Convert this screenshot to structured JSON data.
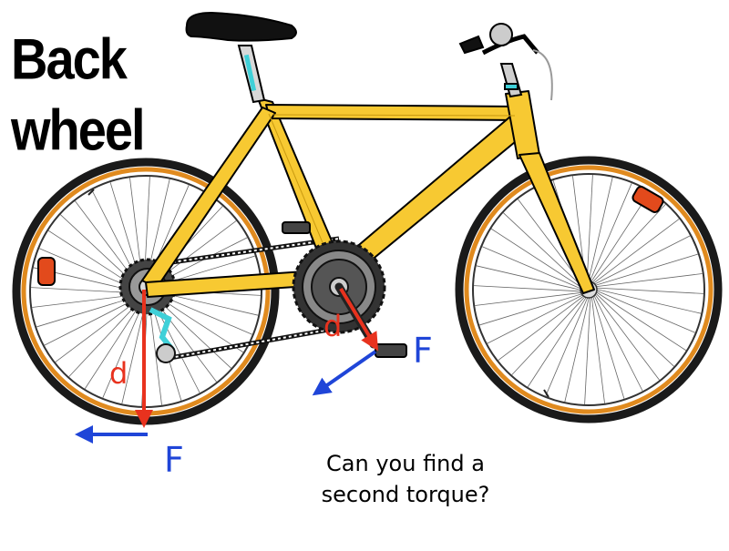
{
  "title": {
    "line1": "Back",
    "line2": "wheel"
  },
  "labels": {
    "d_back": "d",
    "d_pedal": "d",
    "f_pedal": "F",
    "f_back": "F"
  },
  "question": {
    "line1": "Can you find a",
    "line2": "second torque?"
  },
  "colors": {
    "frame": "#f7c932",
    "tire": "#1a1a1a",
    "rim": "#e08a1e",
    "reflector": "#e24a1c",
    "distance_arrow": "#e8321e",
    "force_arrow": "#1f45d8",
    "accent": "#3fd0d8"
  }
}
